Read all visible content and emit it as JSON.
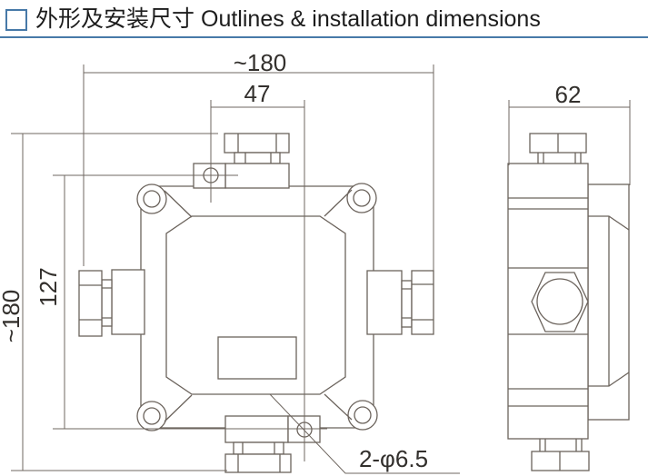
{
  "header": {
    "section_marker": "open-square",
    "title_zh": "外形及安装尺寸",
    "title_en": "Outlines & installation dimensions"
  },
  "colors": {
    "accent": "#4779a8",
    "line": "#6b635c",
    "dim": "#6f6760",
    "text": "#33302d",
    "title": "#1c1c1c"
  },
  "drawing": {
    "type": "technical-outline-drawing",
    "views": [
      {
        "name": "front-view",
        "dimensions": {
          "overall_width": "~180",
          "mounting_hole_spacing_horizontal": "47",
          "mounting_hole_spacing_vertical": "127",
          "overall_height": "~180",
          "mounting_holes": "2-φ6.5"
        }
      },
      {
        "name": "side-view",
        "dimensions": {
          "overall_depth": "62"
        }
      }
    ]
  }
}
